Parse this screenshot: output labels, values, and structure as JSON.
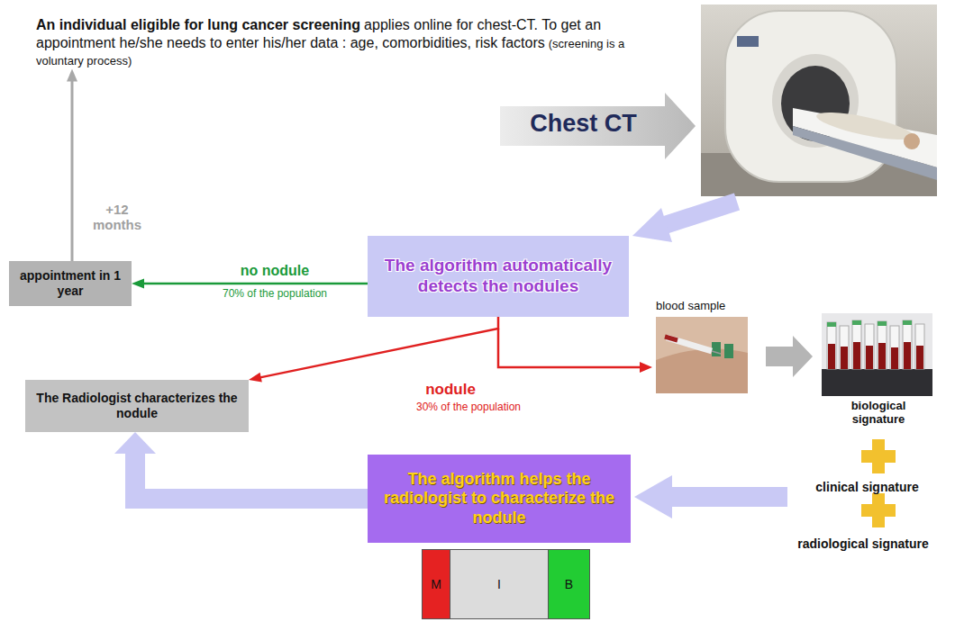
{
  "diagram": {
    "nodes": [
      {
        "text": [
          "An individual eligible for lung cancer screening",
          "applies online for chest-CT. To get an appointment he/she needs to enter his/her data : age, comorbidities, risk factors",
          "(screening is a voluntary process)"
        ]
      },
      {
        "text": [
          "appointment in 1 year"
        ]
      },
      {
        "text": [
          "The algorithm automatically detects the nodules"
        ]
      },
      {
        "text": [
          "The Radiologist characterizes the nodule"
        ]
      },
      {
        "text": [
          "The algorithm helps the radiologist to characterize the nodule"
        ]
      },
      {
        "text": [
          "M"
        ]
      },
      {
        "text": [
          "I"
        ]
      },
      {
        "text": [
          "B"
        ]
      }
    ],
    "edges": [
      {
        "from": 1,
        "to": 0,
        "label": "+12 months",
        "arrow": "to"
      },
      {
        "from": 2,
        "to": 1,
        "label": "no nodule",
        "arrow": "to"
      },
      {
        "from": 2,
        "to": 3,
        "label": "nodule",
        "arrow": "to"
      },
      {
        "from": 4,
        "to": 3,
        "arrow": "to"
      }
    ],
    "labels": [
      "Chest CT",
      "70% of the population",
      "30% of the population",
      "blood sample",
      "biological signature",
      "clinical signature",
      "radiological signature"
    ]
  }
}
